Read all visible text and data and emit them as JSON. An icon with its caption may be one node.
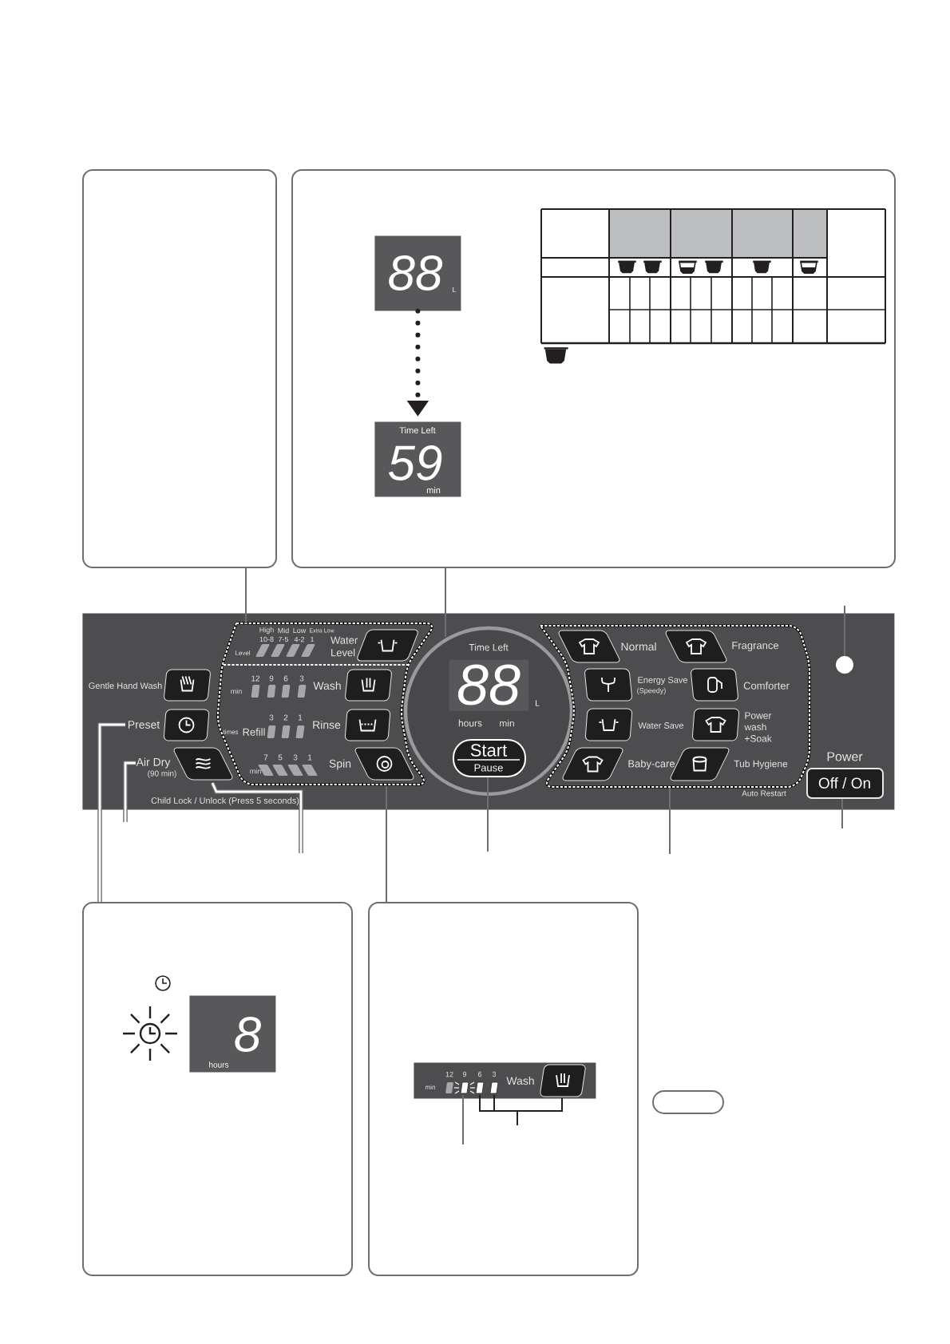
{
  "diagram": {
    "nodes": [
      {
        "text": [],
        "shape": "box"
      },
      {
        "text": [],
        "shape": "box"
      },
      {
        "text": [
          "88",
          "L"
        ],
        "in": 1
      },
      {
        "text": [
          "Time Left",
          "59",
          "min"
        ],
        "in": 1
      },
      {
        "text": [
          "High",
          "Mid",
          "Low",
          "Extra Low",
          "10-8",
          "7-5",
          "4-2",
          "1",
          "Level",
          "Water Level",
          "Time Left",
          "Gentle Hand Wash",
          "12",
          "9",
          "6",
          "3",
          "min",
          "Wash",
          "Normal",
          "Fragrance",
          "Energy Save",
          "(Speedy)",
          "Comforter",
          "Preset",
          "3",
          "2",
          "1",
          "times",
          "Refill",
          "Rinse",
          "hours",
          "min",
          "Water Save",
          "Power wash +Soak",
          "Power",
          "Air Dry",
          "(90 min)",
          "7",
          "5",
          "3",
          "1",
          "min",
          "Spin",
          "Baby-care",
          "Tub Hygiene",
          "Child Lock / Unlock (Press 5 seconds)",
          "Auto Restart"
        ]
      },
      {
        "text": [
          "88",
          "L"
        ],
        "in": 4
      },
      {
        "text": [
          "Start",
          "Pause"
        ],
        "in": 4
      },
      {
        "text": [
          "Off / On"
        ],
        "in": 4
      },
      {
        "text": [],
        "shape": "box"
      },
      {
        "text": [
          "8",
          "hours"
        ],
        "in": 8
      },
      {
        "text": [],
        "shape": "box"
      },
      {
        "text": [
          "12",
          "9",
          "6",
          "3",
          "min",
          "Wash"
        ],
        "in": 10
      },
      {
        "text": [],
        "shape": "box"
      }
    ],
    "edges": [
      {
        "from": 0,
        "to": 4,
        "arrow": "none"
      },
      {
        "from": 1,
        "to": 4,
        "arrow": "none"
      },
      {
        "from": 2,
        "to": 3,
        "arrow": "to",
        "style": "dashed"
      },
      {
        "from": 8,
        "to": null,
        "arrow": "none",
        "style": "thick"
      },
      {
        "from": 10,
        "to": 4,
        "arrow": "none"
      },
      {
        "from": 6,
        "to": null,
        "arrow": "none"
      },
      {
        "from": 7,
        "to": null,
        "arrow": "none"
      },
      {
        "from": 11,
        "to": null,
        "arrow": "none"
      }
    ]
  }
}
